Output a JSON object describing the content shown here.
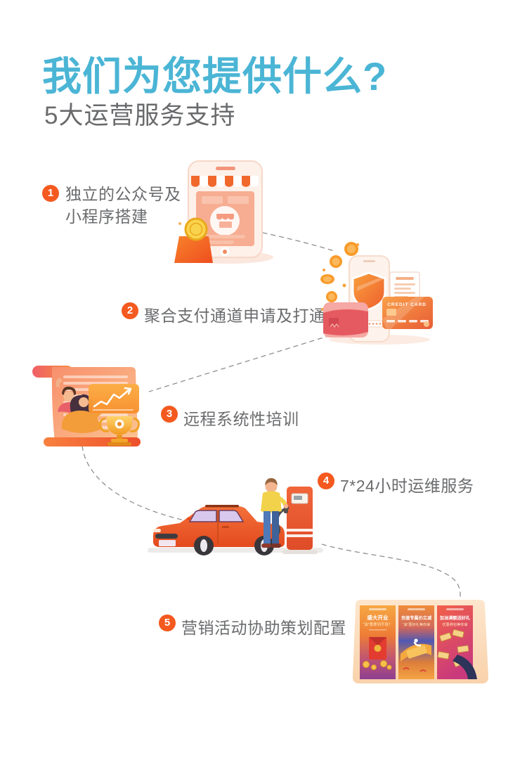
{
  "header": {
    "title": "我们为您提供什么?",
    "subtitle": "5大运营服务支持"
  },
  "steps": [
    {
      "num": "1",
      "label_line1": "独立的公众号及",
      "label_line2": "小程序搭建"
    },
    {
      "num": "2",
      "label": "聚合支付通道申请及打通"
    },
    {
      "num": "3",
      "label": "远程系统性培训"
    },
    {
      "num": "4",
      "label": "7*24小时运维服务"
    },
    {
      "num": "5",
      "label": "营销活动协助策划配置"
    }
  ],
  "payment_illustration": {
    "card_label": "CREDIT CARD"
  },
  "marketing_posters": [
    {
      "title": "盛大开业",
      "subtitle": "“油”惠拿到手软！"
    },
    {
      "title": "充值专属价立减",
      "subtitle": "“油”惠好礼等你拿"
    },
    {
      "title": "加油满额送好礼",
      "subtitle": "优惠券包等你拿"
    }
  ],
  "colors": {
    "title_blue": "#4BB5D5",
    "text_gray": "#6A6B6D",
    "badge_orange": "#F4591F",
    "connector_gray": "#8F8F8F"
  }
}
